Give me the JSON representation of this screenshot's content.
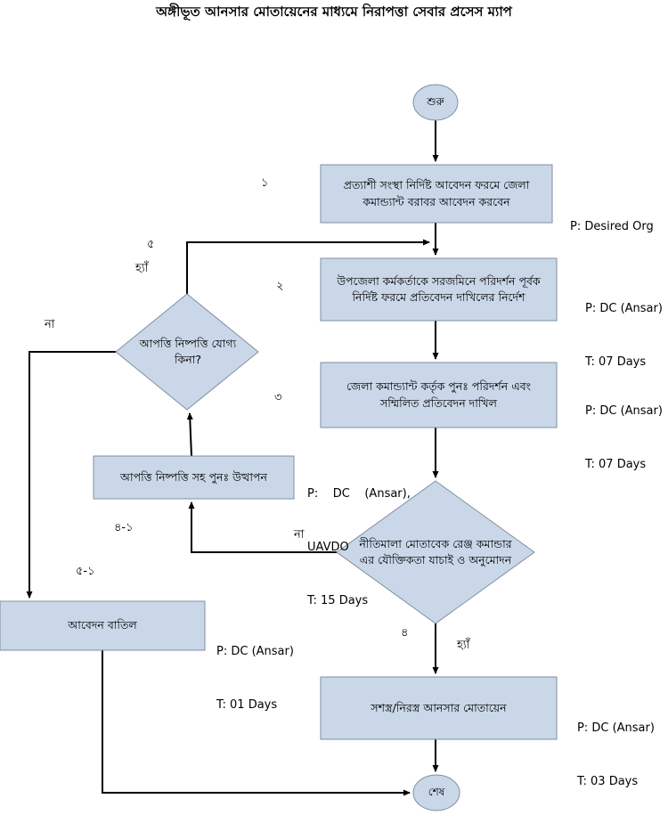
{
  "title": "অঙ্গীভূত আনসার মোতায়েনের মাধ্যমে নিরাপত্তা সেবার প্রসেস ম্যাপ",
  "colors": {
    "shape_fill": "#c9d7e8",
    "shape_border": "#7f8fa0",
    "connector": "#000000"
  },
  "nodes": {
    "start": "শুরু",
    "end": "শেষ",
    "apply": "প্রত্যাশী সংস্থা নির্দিষ্ট আবেদন ফরমে জেলা কমান্ড্যান্ট বরাবর আবেদন করবেন",
    "inspect_order": "উপজেলা কর্মকর্তাকে সরজমিনে পরিদর্শন পূর্বক নির্দিষ্ট ফরমে প্রতিবেদন দাখিলের নির্দেশ",
    "reinspect": "জেলা কমান্ড্যান্ট কর্তৃক পুনঃ পরিদর্শন এবং সম্মিলিত প্রতিবেদন দাখিল",
    "range_decision": "নীতিমালা মোতাবেক রেঞ্জ কমান্ডার এর যৌক্তিকতা যাচাই ও অনুমোদন",
    "objection_decision": "আপত্তি নিষ্পত্তি যোগ্য কিনা?",
    "reraise": "আপত্তি নিষ্পত্তি সহ পুনঃ উত্থাপন",
    "cancel": "আবেদন বাতিল",
    "deploy": "সশস্ত্র/নিরস্ত্র আনসার মোতায়েন"
  },
  "step_numbers": {
    "s1": "১",
    "s2": "২",
    "s3": "৩",
    "s4": "৪",
    "s4_1": "৪-১",
    "s5": "৫",
    "s5_1": "৫-১"
  },
  "branch_labels": {
    "yes_top": "হ্যাঁ",
    "yes_bottom": "হ্যাঁ",
    "no_left": "না",
    "no_mid": "না"
  },
  "annotations": {
    "apply": [
      "P: Desired Org"
    ],
    "inspect_order": [
      "P: DC (Ansar)",
      "T: 07 Days"
    ],
    "reinspect": [
      "P: DC (Ansar)",
      "T: 07 Days"
    ],
    "range_decision": [
      "P:    DC    (Ansar),",
      "UAVDO",
      "T: 15 Days"
    ],
    "cancel": [
      "P: DC (Ansar)",
      "T: 01 Days"
    ],
    "deploy": [
      "P: DC (Ansar)",
      "T: 03 Days"
    ]
  }
}
